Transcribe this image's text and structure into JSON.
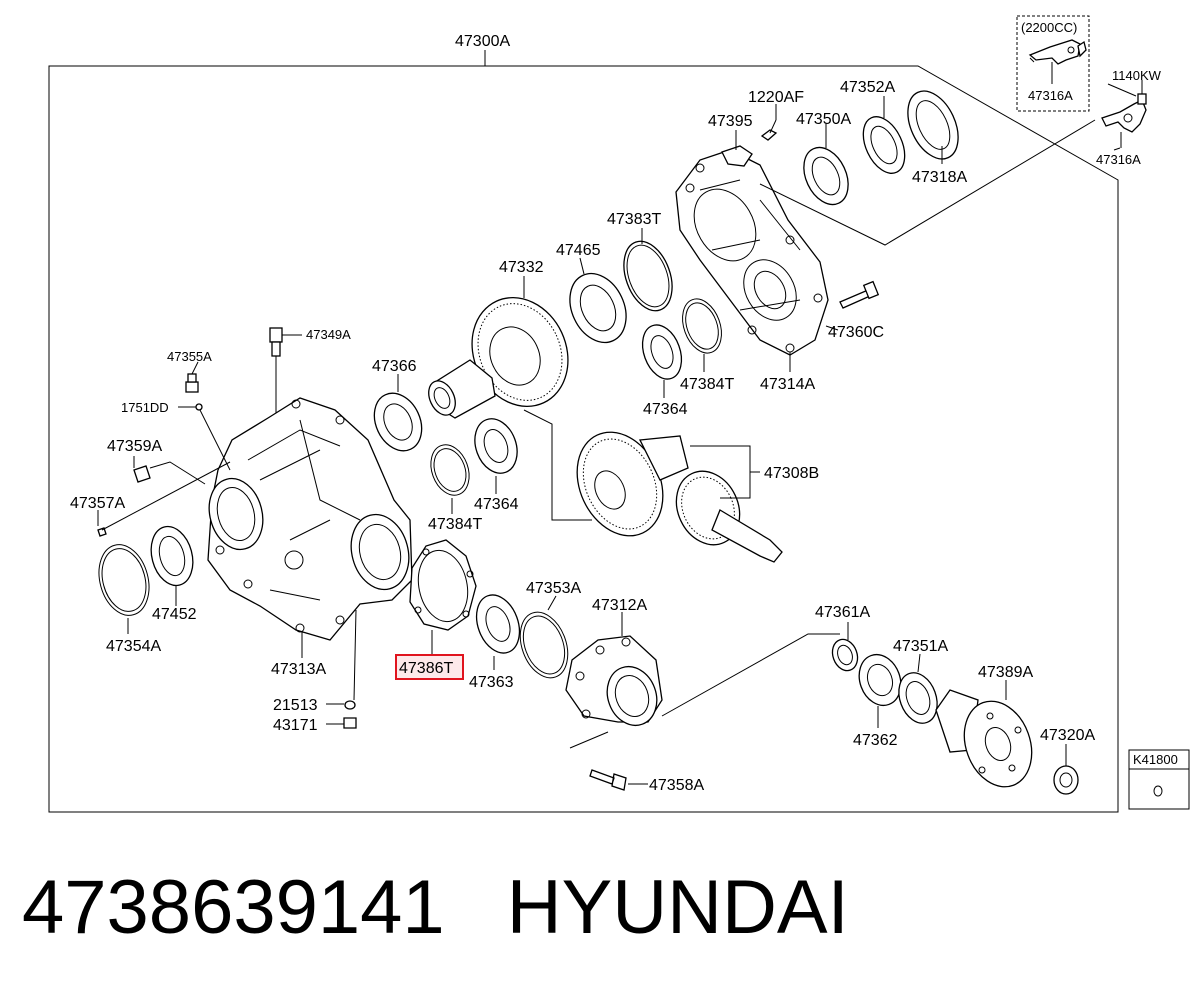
{
  "diagram": {
    "assembly_label": "47300A",
    "variant_note": "(2200CC)",
    "catalog_code": "K41800",
    "highlighted_part": "47386T",
    "labels": {
      "p47300A": "47300A",
      "p2200": "(2200CC)",
      "p47316A_top": "47316A",
      "p1140KW": "1140KW",
      "p47316A": "47316A",
      "p47352A": "47352A",
      "p1220AF": "1220AF",
      "p47395": "47395",
      "p47350A": "47350A",
      "p47318A": "47318A",
      "p47383T": "47383T",
      "p47465": "47465",
      "p47332": "47332",
      "p47349A": "47349A",
      "p47355A": "47355A",
      "p1751DD": "1751DD",
      "p47366": "47366",
      "p47360C": "47360C",
      "p47384T_top": "47384T",
      "p47314A": "47314A",
      "p47364_top": "47364",
      "p47359A": "47359A",
      "p47308B": "47308B",
      "p47357A": "47357A",
      "p47364": "47364",
      "p47384T": "47384T",
      "p47452": "47452",
      "p47354A": "47354A",
      "p47353A": "47353A",
      "p47312A": "47312A",
      "p47313A": "47313A",
      "p47386T": "47386T",
      "p47363": "47363",
      "p47361A": "47361A",
      "p47351A": "47351A",
      "p47389A": "47389A",
      "p21513": "21513",
      "p43171": "43171",
      "p47362": "47362",
      "p47320A": "47320A",
      "p47358A": "47358A",
      "pK41800": "K41800"
    }
  },
  "footer": {
    "part_number": "4738639141",
    "brand": "HYUNDAI"
  },
  "colors": {
    "highlight_border": "#e0141e",
    "highlight_fill": "#fde9ea",
    "line": "#000000",
    "background": "#ffffff"
  }
}
